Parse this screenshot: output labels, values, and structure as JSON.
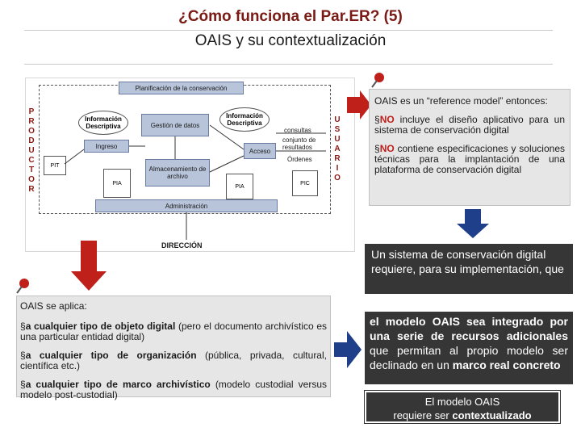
{
  "header": {
    "title": "¿Cómo funciona el Par.ER? (5)",
    "subtitle": "OAIS y su contextualización"
  },
  "diagram": {
    "productor_letters": [
      "P",
      "R",
      "O",
      "D",
      "U",
      "C",
      "T",
      "O",
      "R"
    ],
    "usuario_letters": [
      "U",
      "S",
      "U",
      "A",
      "R",
      "I",
      "O"
    ],
    "labels": {
      "planificacion": "Planificación de la conservación",
      "info_desc_left": "Información Descriptiva",
      "gestion": "Gestión de datos",
      "info_desc_right": "Información Descriptiva",
      "consultas": "consultas",
      "conjunto": "conjunto de resultados",
      "ordenes": "Órdenes",
      "ingreso": "Ingreso",
      "acceso": "Acceso",
      "pit": "PIT",
      "pia_left": "PIA",
      "almacenamiento": "Almacenamiento de archivo",
      "pia_right": "PIA",
      "pic": "PIC",
      "administracion": "Administración",
      "direccion": "DIRECCIÓN"
    }
  },
  "right_top": {
    "intro": "OAIS es un “reference model” entonces:",
    "bullet1_prefix": "§",
    "bullet1_no": "NO",
    "bullet1_text": " incluye el diseño aplicativo para un sistema de conservación digital",
    "bullet2_prefix": "§",
    "bullet2_no": "NO",
    "bullet2_text": " contiene especificaciones y soluciones técnicas para la implantación de una plataforma de conservación digital"
  },
  "right_middle": {
    "text": "Un sistema de conservación digital requiere, para su implementación, que"
  },
  "right_bottom": {
    "bold": "el modelo OAIS sea integrado por una serie de recursos adicionales",
    "text": " que permitan al propio modelo ser declinado en un ",
    "bold2": "marco real concreto"
  },
  "final_box": {
    "line1": "El modelo OAIS",
    "line2_pre": "requiere ser ",
    "line2_bold": "contextualizado"
  },
  "left_bottom": {
    "intro": "OAIS se aplica:",
    "item1_pre": "§",
    "item1_bold": "a cualquier tipo de objeto digital",
    "item1_text": " (pero el documento archivístico es una particular entidad digital)",
    "item2_pre": "§",
    "item2_bold": "a cualquier tipo de organización",
    "item2_text": " (pública, privada, cultural, científica etc.)",
    "item3_pre": "§",
    "item3_bold": "a cualquier tipo de marco archivístico",
    "item3_text": " (modelo custodial versus modelo post-custodial)"
  },
  "colors": {
    "arrow_red": "#c0201a",
    "arrow_blue": "#1f3f8a",
    "title_red": "#7a1a14",
    "dark_panel": "#363636",
    "gray_panel": "#e6e6e6",
    "box_blue": "#b8c4da"
  },
  "icons": [
    "pushpin-icon",
    "arrow-right-icon",
    "arrow-down-icon"
  ]
}
